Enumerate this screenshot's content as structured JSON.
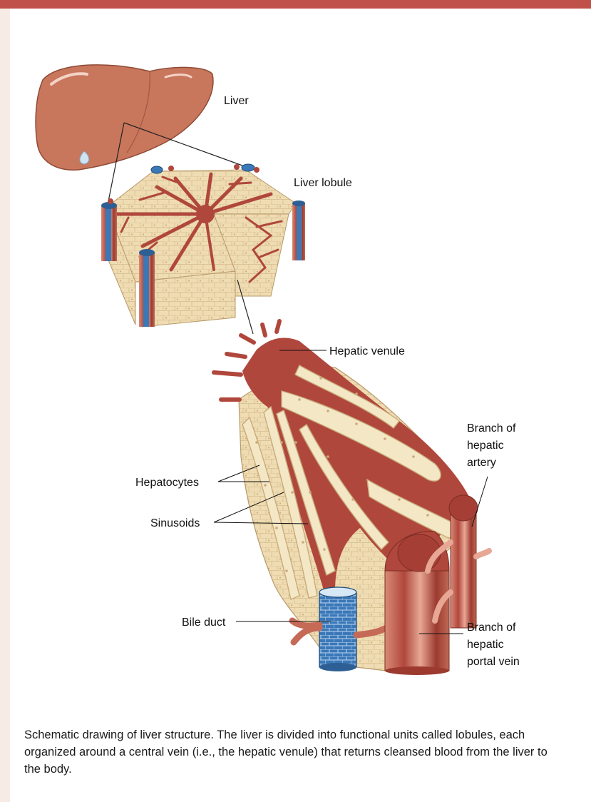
{
  "labels": {
    "liver": "Liver",
    "liver_lobule": "Liver lobule",
    "hepatic_venule": "Hepatic venule",
    "branch_artery": [
      "Branch of",
      "hepatic",
      "artery"
    ],
    "hepatocytes": "Hepatocytes",
    "sinusoids": "Sinusoids",
    "bile_duct": "Bile duct",
    "branch_portal": [
      "Branch of",
      "hepatic",
      "portal vein"
    ]
  },
  "caption": "Schematic drawing of liver structure. The liver is divided into functional units called lobules, each organized around a central vein (i.e., the hepatic venule) that returns cleansed blood from the liver to the body.",
  "colors": {
    "accent_bar": "#c0504a",
    "liver": "#c8765c",
    "vessel_red": "#b0473c",
    "hepatocyte": "#efdcb3",
    "duct_blue": "#3b78b8"
  }
}
